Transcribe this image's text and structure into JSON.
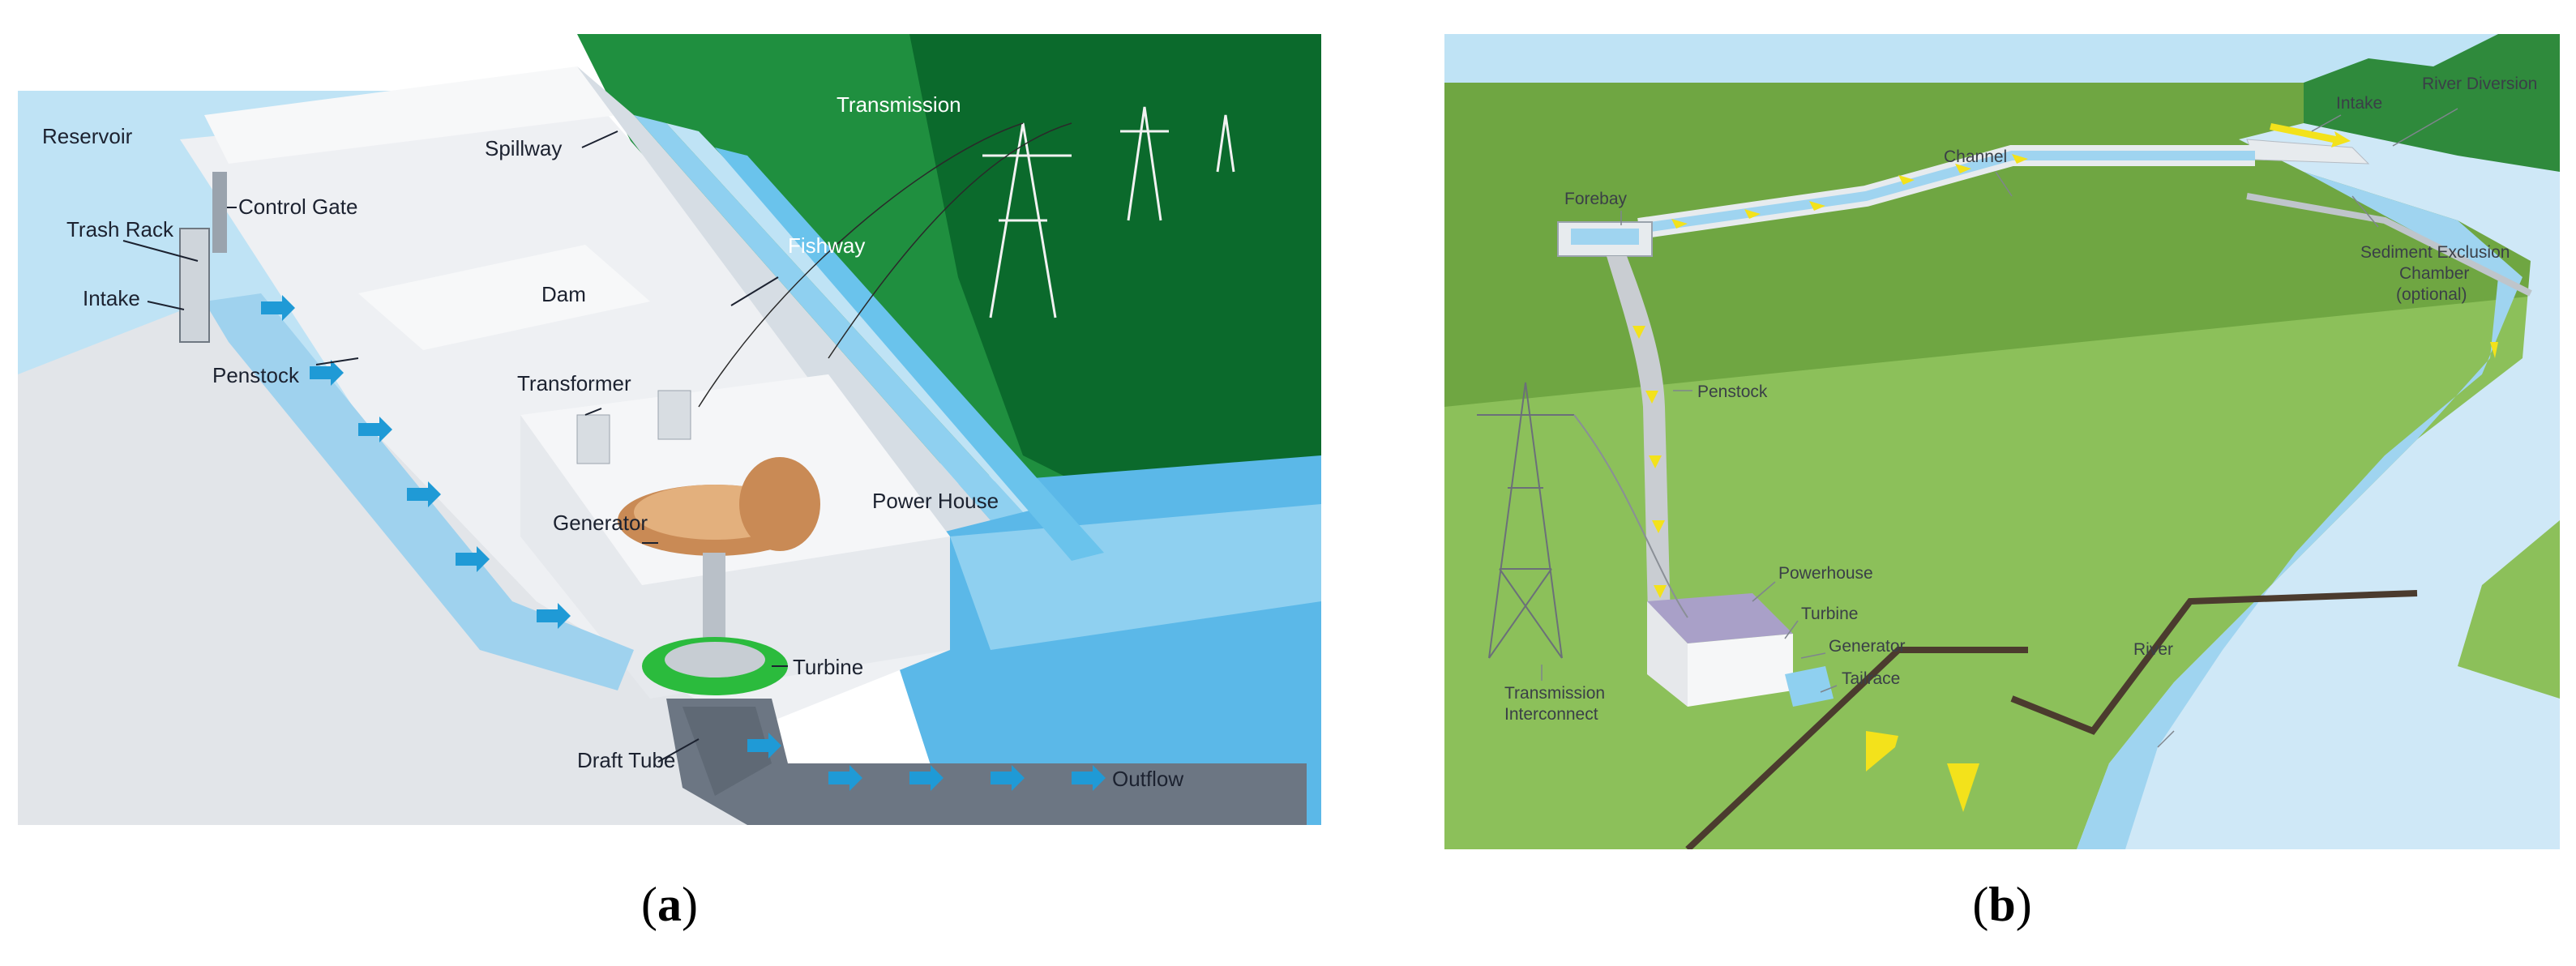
{
  "panel_a": {
    "labels": {
      "reservoir": "Reservoir",
      "trash_rack": "Trash Rack",
      "control_gate": "Control Gate",
      "intake": "Intake",
      "penstock": "Penstock",
      "spillway": "Spillway",
      "dam": "Dam",
      "transmission": "Transmission",
      "fishway": "Fishway",
      "transformer": "Transformer",
      "generator": "Generator",
      "power_house": "Power House",
      "turbine": "Turbine",
      "draft_tube": "Draft Tube",
      "outflow": "Outflow"
    },
    "caption_letter": "a"
  },
  "panel_b": {
    "labels": {
      "intake": "Intake",
      "river_diversion": "River Diversion",
      "channel": "Channel",
      "forebay": "Forebay",
      "sediment_line1": "Sediment Exclusion",
      "sediment_line2": "Chamber",
      "sediment_line3": "(optional)",
      "penstock": "Penstock",
      "powerhouse": "Powerhouse",
      "turbine": "Turbine",
      "generator": "Generator",
      "tailrace": "Tailrace",
      "river": "River",
      "transmission_line1": "Transmission",
      "transmission_line2": "Interconnect"
    },
    "caption_letter": "b"
  },
  "colors": {
    "water_light": "#bfe3f5",
    "water_mid": "#5bb8e8",
    "dam_grey": "#e9ebee",
    "hill_green": "#1f8f3f",
    "hill_dark": "#0b6a2c",
    "grass": "#7fb34a",
    "arrow_blue": "#1f9ad6",
    "arrow_yellow": "#f3e21b"
  }
}
